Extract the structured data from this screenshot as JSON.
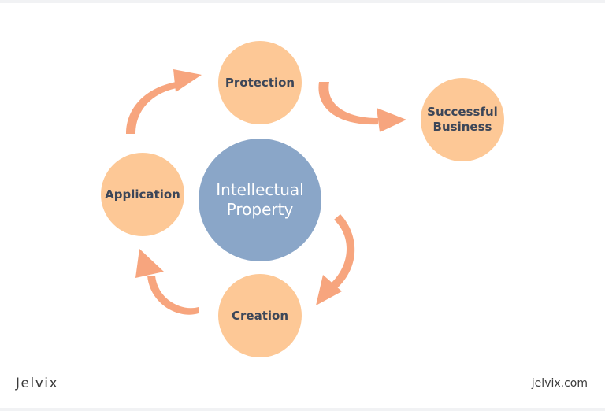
{
  "diagram": {
    "center": {
      "label": "Intellectual\nProperty"
    },
    "nodes": {
      "protection": {
        "label": "Protection"
      },
      "business": {
        "label": "Successful\nBusiness"
      },
      "application": {
        "label": "Application"
      },
      "creation": {
        "label": "Creation"
      }
    }
  },
  "colors": {
    "node_fill": "#fdc896",
    "center_fill": "#8aa6c8",
    "arrow": "#f7a57e",
    "node_text": "#3c4658"
  },
  "footer": {
    "brand": "Jelvix",
    "site": "jelvix.com"
  }
}
